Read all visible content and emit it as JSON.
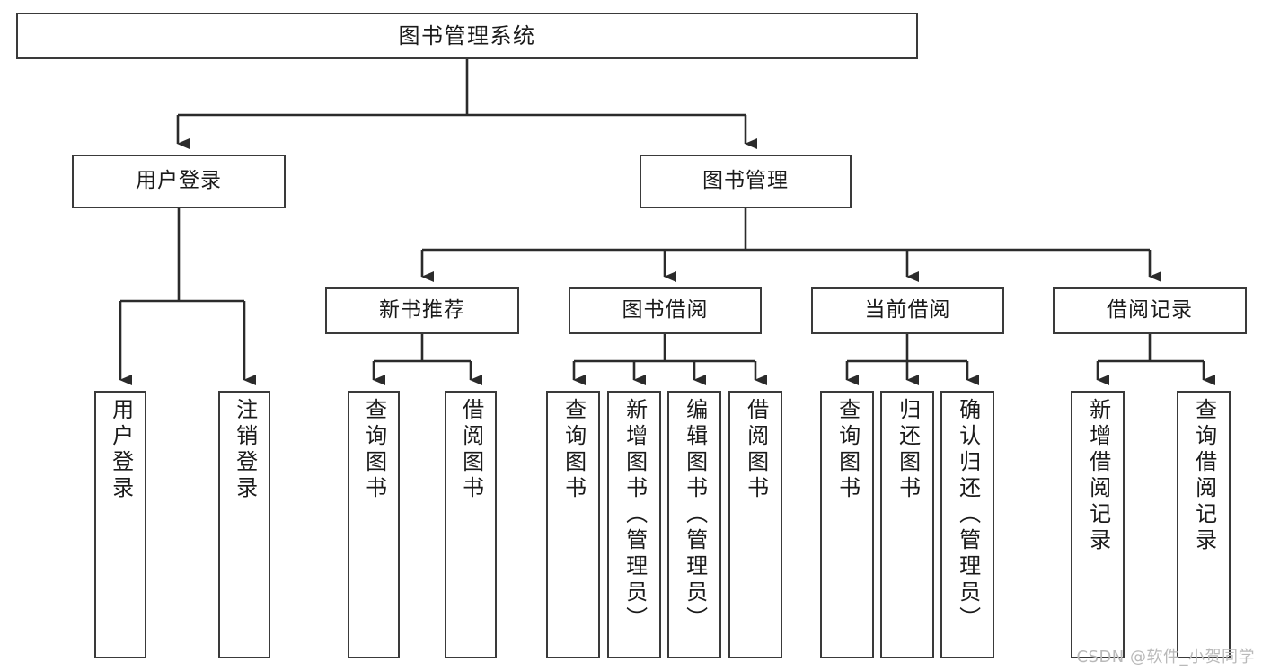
{
  "diagram": {
    "title": "图书管理系统",
    "type": "tree-hierarchy",
    "watermark": "CSDN @软件_小贺同学",
    "colors": {
      "box_border": "#3a3a3a",
      "box_fill": "#ffffff",
      "connector": "#2b2b2b",
      "text": "#1a1a1a",
      "watermark": "#b9b9b9"
    }
  },
  "nodes": {
    "root": {
      "label": "图书管理系统"
    },
    "level2": [
      {
        "id": "user-login",
        "label": "用户登录"
      },
      {
        "id": "book-management",
        "label": "图书管理"
      }
    ],
    "level3": [
      {
        "id": "new-book-recommend",
        "label": "新书推荐"
      },
      {
        "id": "book-borrow",
        "label": "图书借阅"
      },
      {
        "id": "current-borrow",
        "label": "当前借阅"
      },
      {
        "id": "borrow-record",
        "label": "借阅记录"
      }
    ],
    "leaves": [
      {
        "id": "leaf-user-login",
        "parent": "user-login",
        "label": "用户登录"
      },
      {
        "id": "leaf-logout",
        "parent": "user-login",
        "label": "注销登录"
      },
      {
        "id": "leaf-query-book-1",
        "parent": "new-book-recommend",
        "label": "查询图书"
      },
      {
        "id": "leaf-borrow-book-1",
        "parent": "new-book-recommend",
        "label": "借阅图书"
      },
      {
        "id": "leaf-query-book-2",
        "parent": "book-borrow",
        "label": "查询图书"
      },
      {
        "id": "leaf-add-book",
        "parent": "book-borrow",
        "label": "新增图书（管理员）"
      },
      {
        "id": "leaf-edit-book",
        "parent": "book-borrow",
        "label": "编辑图书（管理员）"
      },
      {
        "id": "leaf-borrow-book-2",
        "parent": "book-borrow",
        "label": "借阅图书"
      },
      {
        "id": "leaf-query-book-3",
        "parent": "current-borrow",
        "label": "查询图书"
      },
      {
        "id": "leaf-return-book",
        "parent": "current-borrow",
        "label": "归还图书"
      },
      {
        "id": "leaf-confirm-return",
        "parent": "current-borrow",
        "label": "确认归还（管理员）"
      },
      {
        "id": "leaf-add-record",
        "parent": "borrow-record",
        "label": "新增借阅记录"
      },
      {
        "id": "leaf-query-record",
        "parent": "borrow-record",
        "label": "查询借阅记录"
      }
    ]
  }
}
